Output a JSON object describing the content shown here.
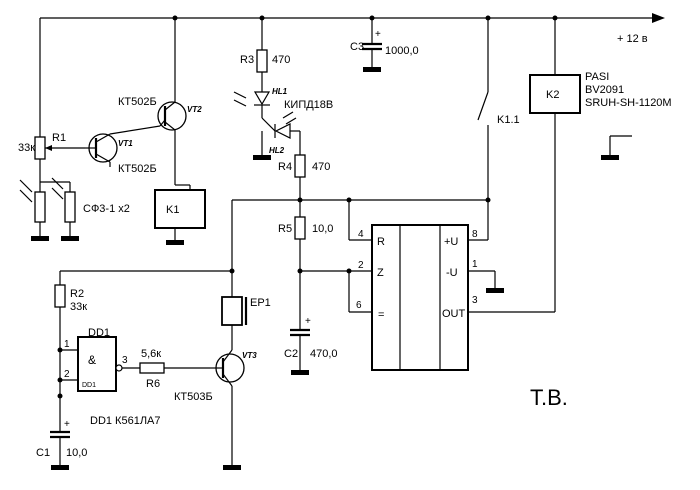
{
  "supply": {
    "label": "+ 12 в"
  },
  "relay_k2": {
    "ref": "K2",
    "model_lines": [
      "PASI",
      "BV2091",
      "SRUH-SH-1120M"
    ]
  },
  "contact_k11": {
    "ref": "K1.1"
  },
  "relay_k1": {
    "ref": "K1"
  },
  "capacitor_c3": {
    "ref": "C3",
    "value": "1000,0",
    "polarity": "+"
  },
  "resistor_r3": {
    "ref": "R3",
    "value": "470"
  },
  "led_hl1": {
    "ref": "HL1"
  },
  "led_hl2": {
    "ref": "HL2"
  },
  "led_type": {
    "label": "КИПД18В"
  },
  "resistor_r4": {
    "ref": "R4",
    "value": "470"
  },
  "resistor_r5": {
    "ref": "R5",
    "value": "10,0"
  },
  "capacitor_c2": {
    "ref": "C2",
    "value": "470,0",
    "polarity": "+"
  },
  "transistor_vt1": {
    "ref": "VT1",
    "type": "КТ502Б"
  },
  "transistor_vt2": {
    "ref": "VT2",
    "type": "КТ502Б"
  },
  "transistor_vt3": {
    "ref": "VT3",
    "type": "КТ503Б"
  },
  "resistor_r1": {
    "ref": "R1",
    "value": "33к"
  },
  "photoresistors": {
    "label": "СФ3-1 х2"
  },
  "resistor_r2": {
    "ref": "R2",
    "value": "33к"
  },
  "gate_dd1": {
    "ref": "DD1",
    "symbol": "&",
    "inner_label": "DD1",
    "pin_in1": "1",
    "pin_in2": "2",
    "pin_out": "3",
    "note": "DD1 К561ЛА7"
  },
  "resistor_r6": {
    "ref": "R6",
    "value": "5,6к"
  },
  "capacitor_c1": {
    "ref": "C1",
    "value": "10,0",
    "polarity": "+"
  },
  "buzzer_ep1": {
    "ref": "EP1"
  },
  "timer_ic": {
    "pins_left": [
      {
        "num": "4",
        "name": "R"
      },
      {
        "num": "2",
        "name": "Z"
      },
      {
        "num": "6",
        "name": "="
      }
    ],
    "pins_right": [
      {
        "num": "8",
        "name": "+U"
      },
      {
        "num": "1",
        "name": "-U"
      },
      {
        "num": "3",
        "name": "OUT"
      }
    ]
  },
  "signature": {
    "label": "Т.В."
  }
}
